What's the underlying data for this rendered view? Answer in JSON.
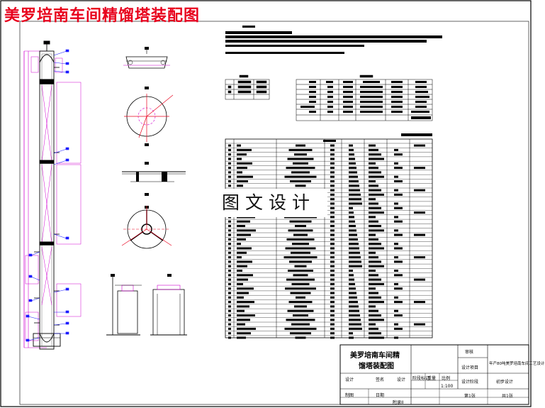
{
  "drawing": {
    "title": "美罗培南车间精馏塔装配图",
    "watermark": "图文设计"
  },
  "title_block": {
    "name_line1": "美罗培南车间精",
    "name_line2": "馏塔装配图",
    "review_label": "审核",
    "design_project_label": "设计项目",
    "design_project_value": "年产80吨美罗培南车间工艺设计",
    "design_label": "设计",
    "design_stage_label": "设计阶段",
    "design_stage_value": "初步设计",
    "drawing_label": "制图",
    "scale_value": "1:100",
    "sheet_a": "第1张",
    "sheet_b": "共1张",
    "sign_label": "签名",
    "date_label": "日期",
    "attachment_label": "附录II",
    "inst_label": "设计",
    "stage_label": "阶段标记",
    "weight_label": "重量",
    "ratio_label": "比例"
  },
  "colors": {
    "line": "#000000",
    "red": "#e8001c",
    "blue": "#1a1aff",
    "magenta": "#d000d0",
    "green": "#009000",
    "cyan": "#00a0a0"
  }
}
